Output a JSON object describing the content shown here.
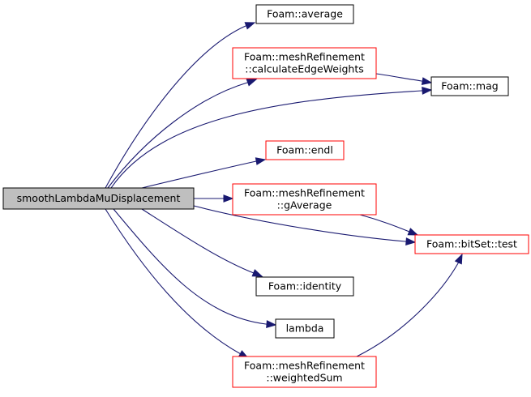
{
  "colors": {
    "edge": "#191970",
    "root_fill": "#bfbfbf",
    "root_border": "#000000",
    "documented_border": "#000000",
    "undocumented_border": "#ff0000",
    "node_fill": "#ffffff"
  },
  "nodes": [
    {
      "id": "root",
      "lines": [
        "smoothLambdaMuDisplacement"
      ],
      "kind": "root"
    },
    {
      "id": "average",
      "lines": [
        "Foam::average"
      ],
      "kind": "documented"
    },
    {
      "id": "calcEdgeWeights",
      "lines": [
        "Foam::meshRefinement",
        "::calculateEdgeWeights"
      ],
      "kind": "undocumented"
    },
    {
      "id": "mag",
      "lines": [
        "Foam::mag"
      ],
      "kind": "documented"
    },
    {
      "id": "endl",
      "lines": [
        "Foam::endl"
      ],
      "kind": "undocumented"
    },
    {
      "id": "gAverage",
      "lines": [
        "Foam::meshRefinement",
        "::gAverage"
      ],
      "kind": "undocumented"
    },
    {
      "id": "test",
      "lines": [
        "Foam::bitSet::test"
      ],
      "kind": "undocumented"
    },
    {
      "id": "identity",
      "lines": [
        "Foam::identity"
      ],
      "kind": "documented"
    },
    {
      "id": "lambda",
      "lines": [
        "lambda"
      ],
      "kind": "documented"
    },
    {
      "id": "weightedSum",
      "lines": [
        "Foam::meshRefinement",
        "::weightedSum"
      ],
      "kind": "undocumented"
    }
  ],
  "edges": [
    {
      "from": "root",
      "to": "average"
    },
    {
      "from": "root",
      "to": "calcEdgeWeights"
    },
    {
      "from": "root",
      "to": "mag"
    },
    {
      "from": "root",
      "to": "endl"
    },
    {
      "from": "root",
      "to": "gAverage"
    },
    {
      "from": "root",
      "to": "test"
    },
    {
      "from": "root",
      "to": "identity"
    },
    {
      "from": "root",
      "to": "lambda"
    },
    {
      "from": "root",
      "to": "weightedSum"
    },
    {
      "from": "calcEdgeWeights",
      "to": "mag"
    },
    {
      "from": "gAverage",
      "to": "test"
    },
    {
      "from": "weightedSum",
      "to": "test"
    }
  ]
}
